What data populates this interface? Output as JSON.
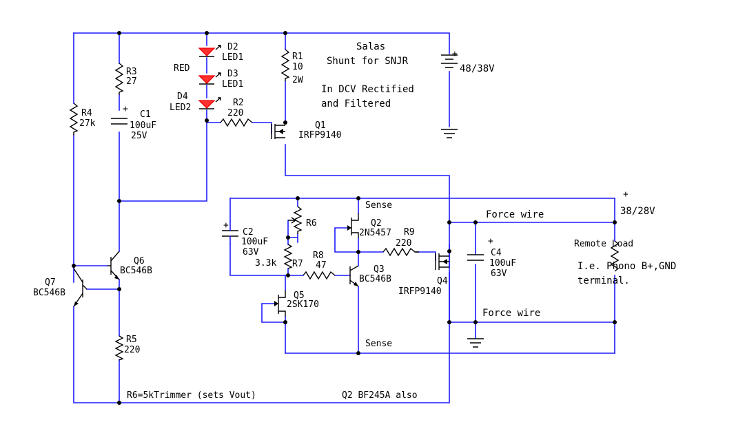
{
  "colors": {
    "wire": "#1c1cff",
    "component": "#000000",
    "led": "#ff3030",
    "background": "#ffffff"
  },
  "labels": {
    "title1": "Salas",
    "title2": "Shunt for SNJR",
    "note1": "In DCV Rectified",
    "note2": "and Filtered",
    "bottom_note": "R6=5kTrimmer (sets Vout)",
    "q2_note": "Q2  BF245A also",
    "force_top": "Force wire",
    "force_bottom": "Force wire",
    "sense_top": "Sense",
    "sense_bottom": "Sense",
    "remote_load": "Remote Load",
    "load_text1": "I.e. Phono B+,GND",
    "load_text2": "terminal.",
    "out_plus": "+",
    "out_voltage": "38/28V",
    "red": "RED"
  },
  "components": {
    "battery": {
      "label": "48/38V",
      "plus": "+"
    },
    "r1": {
      "ref": "R1",
      "value": "10",
      "rating": "2W"
    },
    "r2": {
      "ref": "R2",
      "value": "220"
    },
    "r3": {
      "ref": "R3",
      "value": "27"
    },
    "r4": {
      "ref": "R4",
      "value": "27k"
    },
    "r5": {
      "ref": "R5",
      "value": "220"
    },
    "r6": {
      "ref": "R6"
    },
    "r7": {
      "ref": "R7",
      "value": "3.3k"
    },
    "r8": {
      "ref": "R8",
      "value": "47"
    },
    "r9": {
      "ref": "R9",
      "value": "220"
    },
    "c1": {
      "ref": "C1",
      "value": "100uF",
      "rating": "25V",
      "plus": "+"
    },
    "c2": {
      "ref": "C2",
      "value": "100uF",
      "rating": "63V",
      "plus": "+"
    },
    "c4": {
      "ref": "C4",
      "value": "100uF",
      "rating": "63V",
      "plus": "+"
    },
    "d2": {
      "ref": "D2",
      "part": "LED1"
    },
    "d3": {
      "ref": "D3",
      "part": "LED1"
    },
    "d4": {
      "ref": "D4",
      "part": "LED2"
    },
    "q1": {
      "ref": "Q1",
      "part": "IRFP9140"
    },
    "q2": {
      "ref": "Q2",
      "part": "2N5457"
    },
    "q3": {
      "ref": "Q3",
      "part": "BC546B"
    },
    "q4": {
      "ref": "Q4",
      "part": "IRFP9140"
    },
    "q5": {
      "ref": "Q5",
      "part": "2SK170"
    },
    "q6": {
      "ref": "Q6",
      "part": "BC546B"
    },
    "q7": {
      "ref": "Q7",
      "part": "BC546B"
    }
  }
}
